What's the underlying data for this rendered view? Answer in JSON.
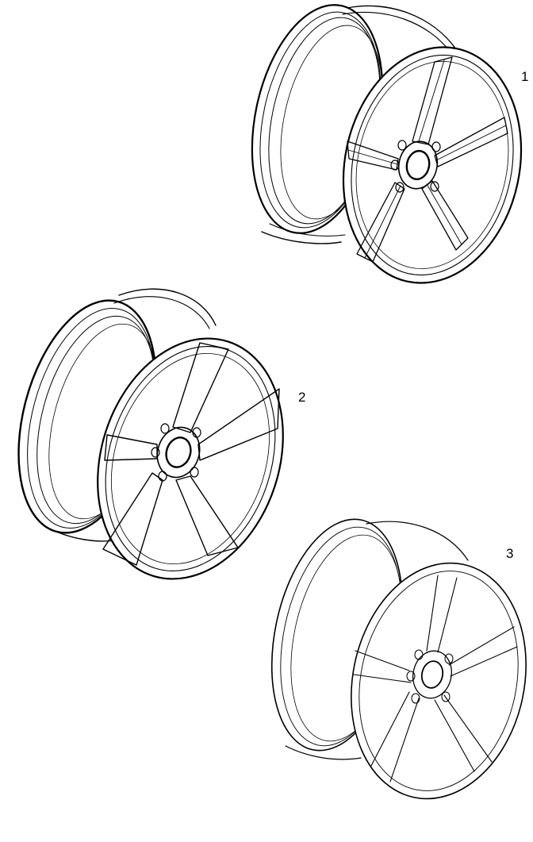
{
  "figure": {
    "parts": [
      {
        "callout": "1",
        "name": "alloy-wheel-split-spoke"
      },
      {
        "callout": "2",
        "name": "alloy-wheel-five-spoke"
      },
      {
        "callout": "3",
        "name": "alloy-wheel-twin-spoke"
      }
    ]
  },
  "style": {
    "line_color": "#000000",
    "background": "#ffffff"
  }
}
